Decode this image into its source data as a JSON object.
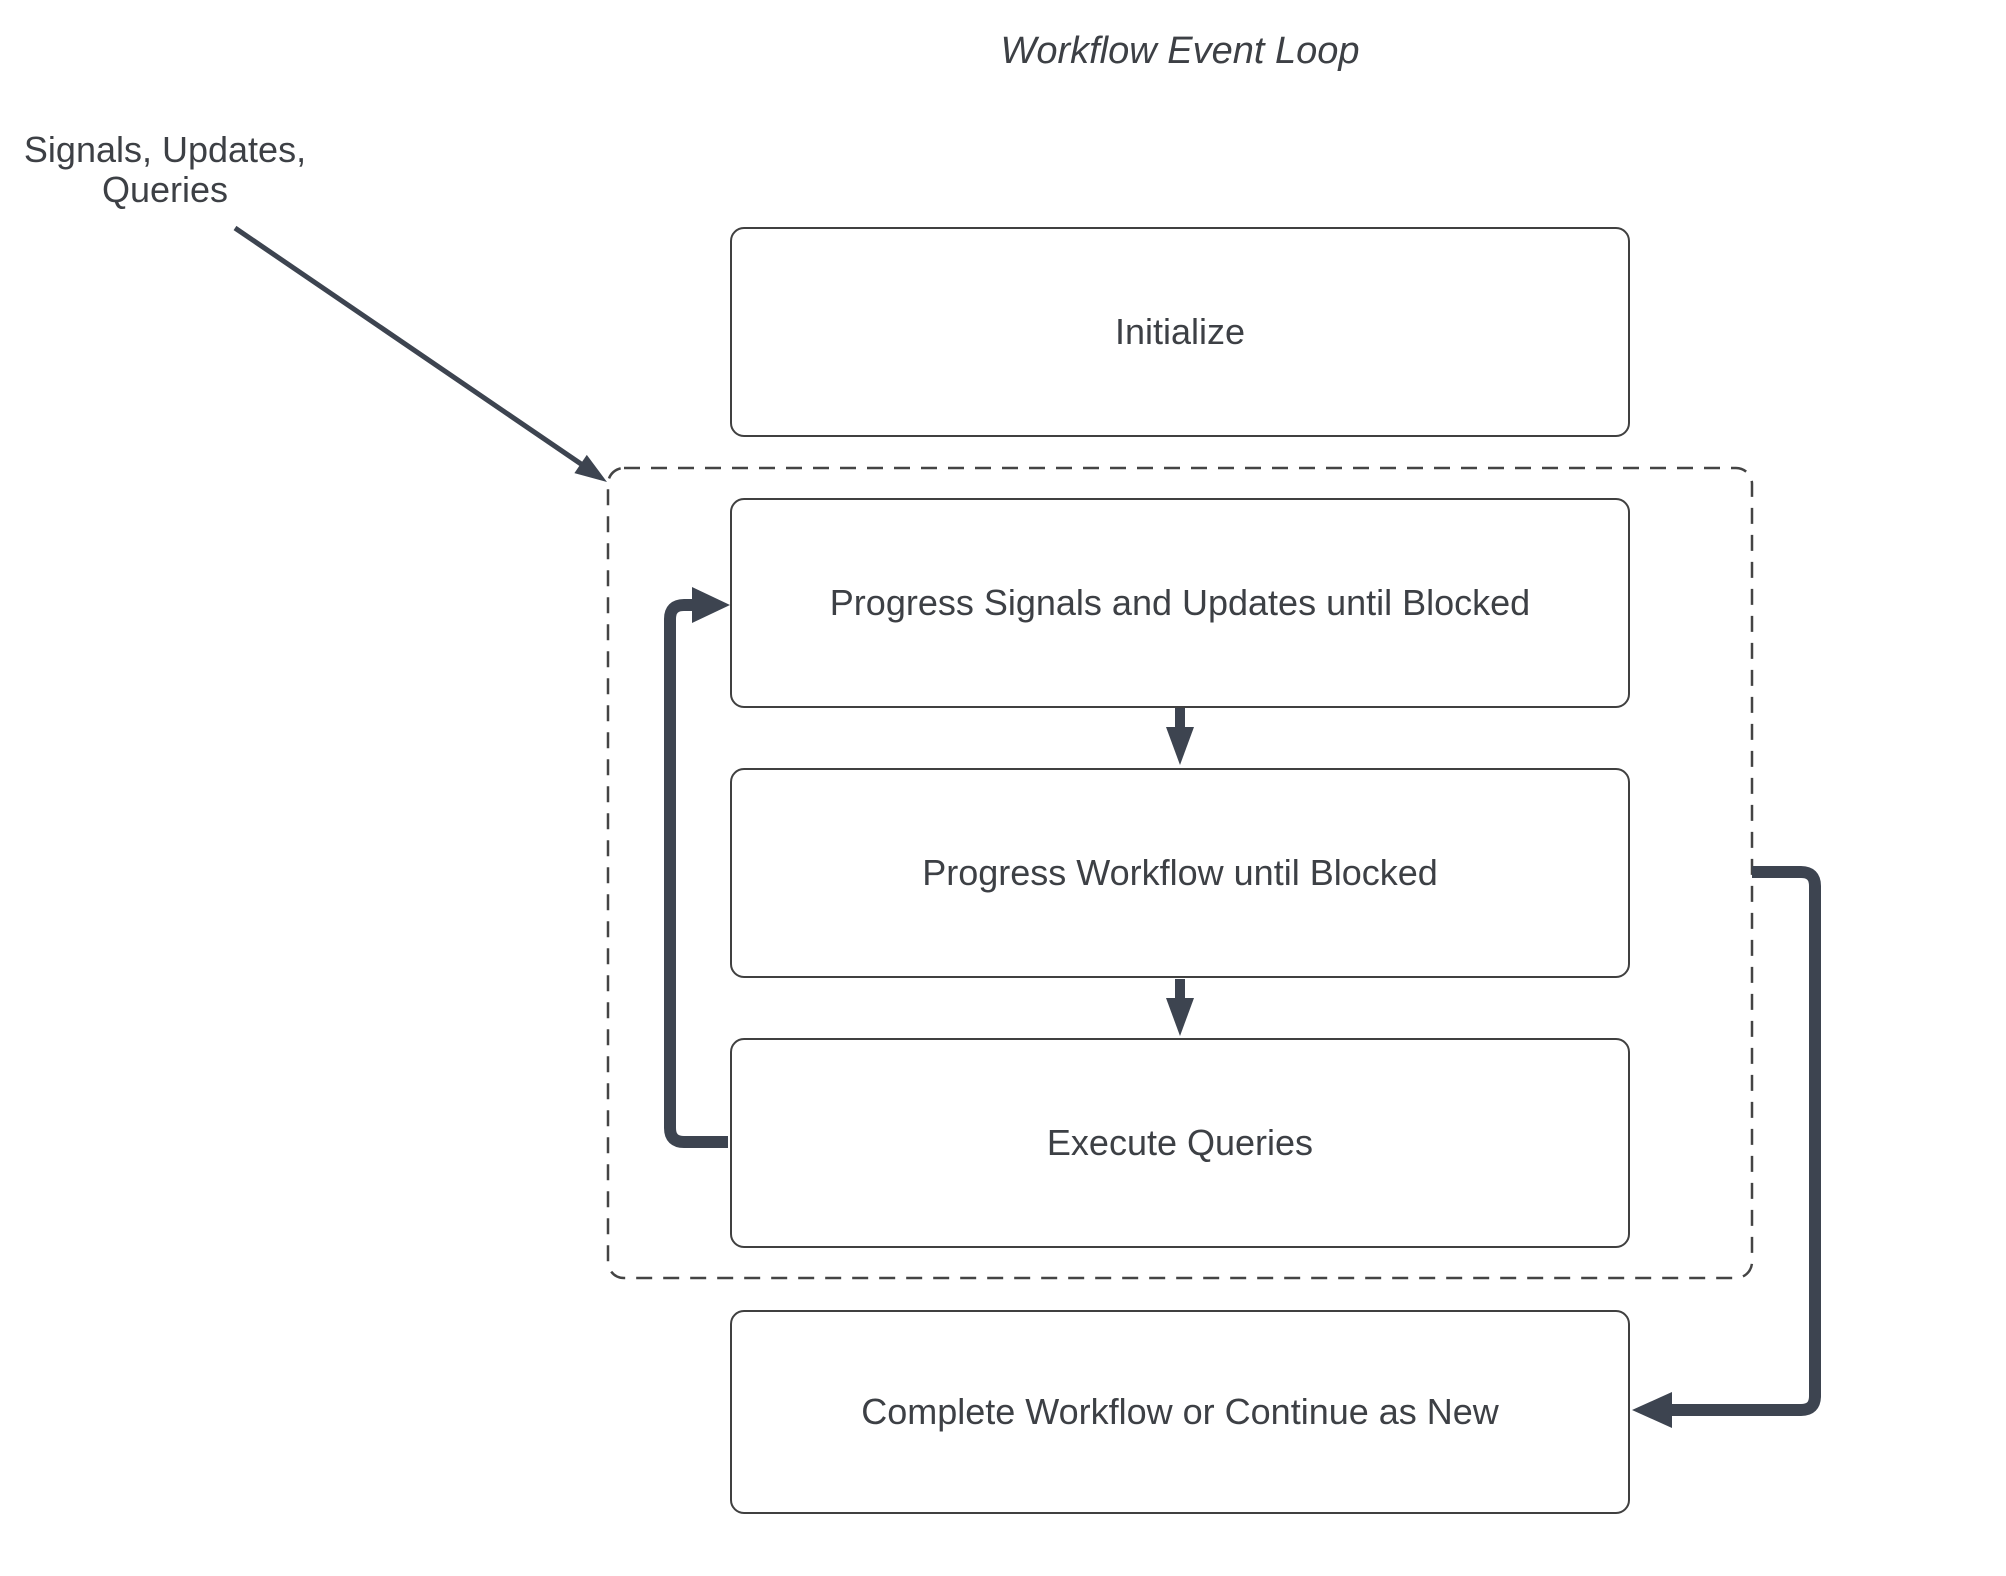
{
  "title": "Workflow Event Loop",
  "external_label": "Signals, Updates,\nQueries",
  "nodes": {
    "initialize": "Initialize",
    "progress_signals": "Progress Signals and Updates until Blocked",
    "progress_workflow": "Progress Workflow until Blocked",
    "execute_queries": "Execute Queries",
    "complete_workflow": "Complete Workflow or Continue as New"
  },
  "edges": [
    {
      "from": "external-inputs",
      "to": "event-loop-container",
      "style": "thin-arrow"
    },
    {
      "from": "progress_signals",
      "to": "progress_workflow",
      "style": "down-arrow"
    },
    {
      "from": "progress_workflow",
      "to": "execute_queries",
      "style": "down-arrow"
    },
    {
      "from": "execute_queries",
      "to": "progress_signals",
      "style": "thick-loop-arrow"
    },
    {
      "from": "progress_workflow",
      "to": "complete_workflow",
      "style": "thick-arrow"
    }
  ],
  "colors": {
    "background": "#ffffff",
    "node_border": "#404040",
    "dashed_border": "#444444",
    "text": "#3d4045",
    "arrow": "#3d4450"
  }
}
